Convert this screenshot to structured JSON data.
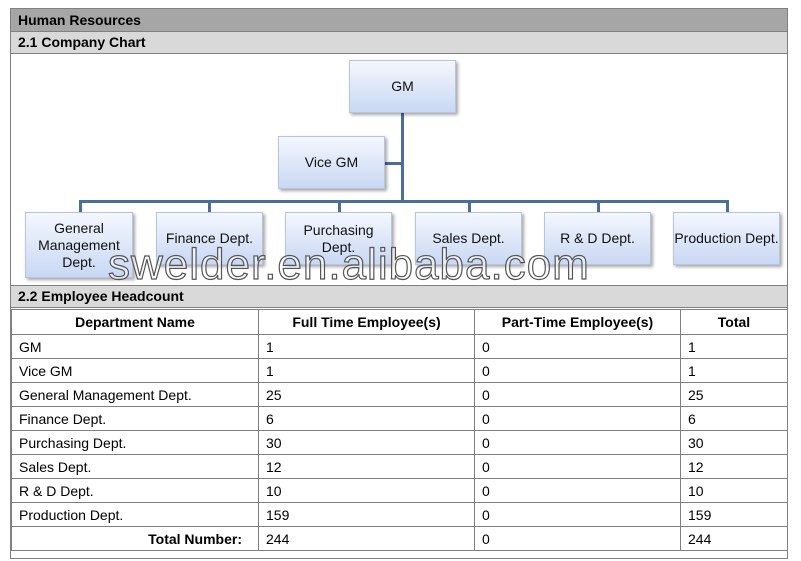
{
  "section_title": "Human Resources",
  "company_chart": {
    "heading": "2.1 Company Chart",
    "top": "GM",
    "assistant": "Vice GM",
    "departments": [
      "General Management Dept.",
      "Finance Dept.",
      "Purchasing Dept.",
      "Sales Dept.",
      "R & D Dept.",
      "Production Dept."
    ]
  },
  "watermark": "swelder.en.alibaba.com",
  "headcount": {
    "heading": "2.2 Employee Headcount",
    "columns": [
      "Department Name",
      "Full Time Employee(s)",
      "Part-Time Employee(s)",
      "Total"
    ],
    "rows": [
      [
        "GM",
        "1",
        "0",
        "1"
      ],
      [
        "Vice GM",
        "1",
        "0",
        "1"
      ],
      [
        "General Management Dept.",
        "25",
        "0",
        "25"
      ],
      [
        "Finance Dept.",
        "6",
        "0",
        "6"
      ],
      [
        "Purchasing Dept.",
        "30",
        "0",
        "30"
      ],
      [
        "Sales Dept.",
        "12",
        "0",
        "12"
      ],
      [
        "R & D Dept.",
        "10",
        "0",
        "10"
      ],
      [
        "Production Dept.",
        "159",
        "0",
        "159"
      ]
    ],
    "total": [
      "Total Number:",
      "244",
      "0",
      "244"
    ]
  }
}
